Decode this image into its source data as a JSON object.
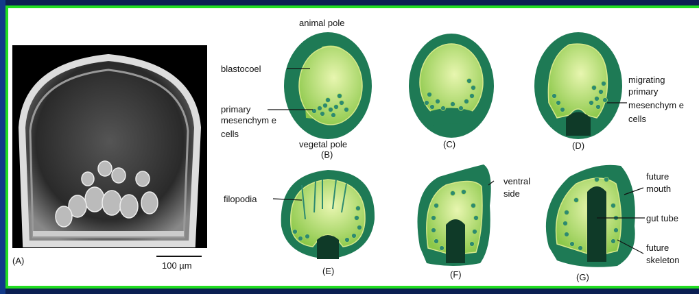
{
  "figure": {
    "photo_label": "(A)",
    "scale_bar": "100 µm",
    "top_label": "animal pole",
    "bottom_label": "vegetal pole",
    "labels": {
      "blastocoel": "blastocoel",
      "primary": "primary",
      "mesenchyme": "mesenchym e",
      "cells": "cells",
      "migrating": "migrating",
      "primary2": "primary",
      "mesenchyme2": "mesenchym e",
      "cells2": "cells",
      "filopodia": "filopodia",
      "ventral": "ventral",
      "side": "side",
      "future_mouth_1": "future",
      "future_mouth_2": "mouth",
      "gut_tube": "gut tube",
      "future_skel_1": "future",
      "future_skel_2": "skeleton"
    },
    "panels": {
      "B": "(B)",
      "C": "(C)",
      "D": "(D)",
      "E": "(E)",
      "F": "(F)",
      "G": "(G)"
    },
    "colors": {
      "border": "#22dd22",
      "embryo_wall": "#1e7a55",
      "blastocoel_fill": "#a8d860",
      "cells": "#2d8a70"
    }
  }
}
